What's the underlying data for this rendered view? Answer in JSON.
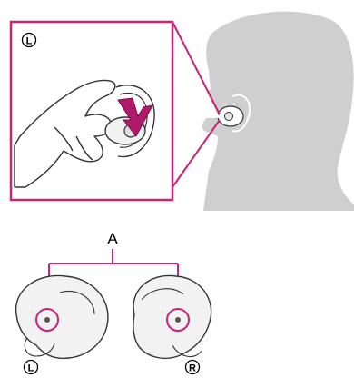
{
  "top_illustration": {
    "inset_side_mark": "L",
    "colors": {
      "frame": "#c8237a",
      "arrow": "#b01a6a",
      "head": "#cfcfcf",
      "line": "#333333"
    }
  },
  "bottom_illustration": {
    "callout_label": "A",
    "left_bud_mark": "L",
    "right_bud_mark": "R",
    "colors": {
      "highlight": "#c8237a",
      "bud_fill": "#f2f2f2",
      "line": "#333333"
    }
  }
}
